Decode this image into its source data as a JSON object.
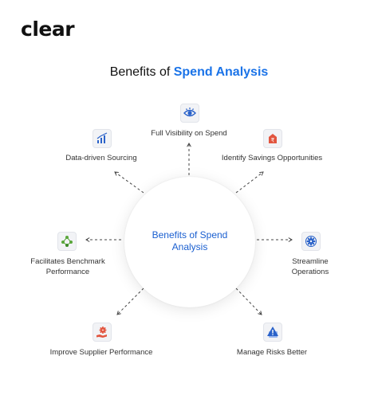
{
  "brand": {
    "logo_text": "clear"
  },
  "title": {
    "prefix": "Benefits of ",
    "highlight": "Spend Analysis"
  },
  "center": {
    "line1": "Benefits of Spend",
    "line2": "Analysis"
  },
  "benefits": {
    "visibility": {
      "label": "Full Visibility on Spend",
      "icon": "eye-icon"
    },
    "sourcing": {
      "label": "Data-driven Sourcing",
      "icon": "bar-chart-icon"
    },
    "savings": {
      "label": "Identify Savings Opportunities",
      "icon": "rupee-tag-icon"
    },
    "benchmark": {
      "line1": "Facilitates Benchmark",
      "line2": "Performance",
      "icon": "network-nodes-icon"
    },
    "streamline": {
      "line1": "Streamline",
      "line2": "Operations",
      "icon": "gear-icon"
    },
    "supplier": {
      "label": "Improve Supplier Performance",
      "icon": "gear-hand-icon"
    },
    "risks": {
      "label": "Manage Risks Better",
      "icon": "warning-icon"
    }
  },
  "colors": {
    "accent": "#1a73e8",
    "center_text": "#1a5fd0",
    "connector": "#444444"
  }
}
